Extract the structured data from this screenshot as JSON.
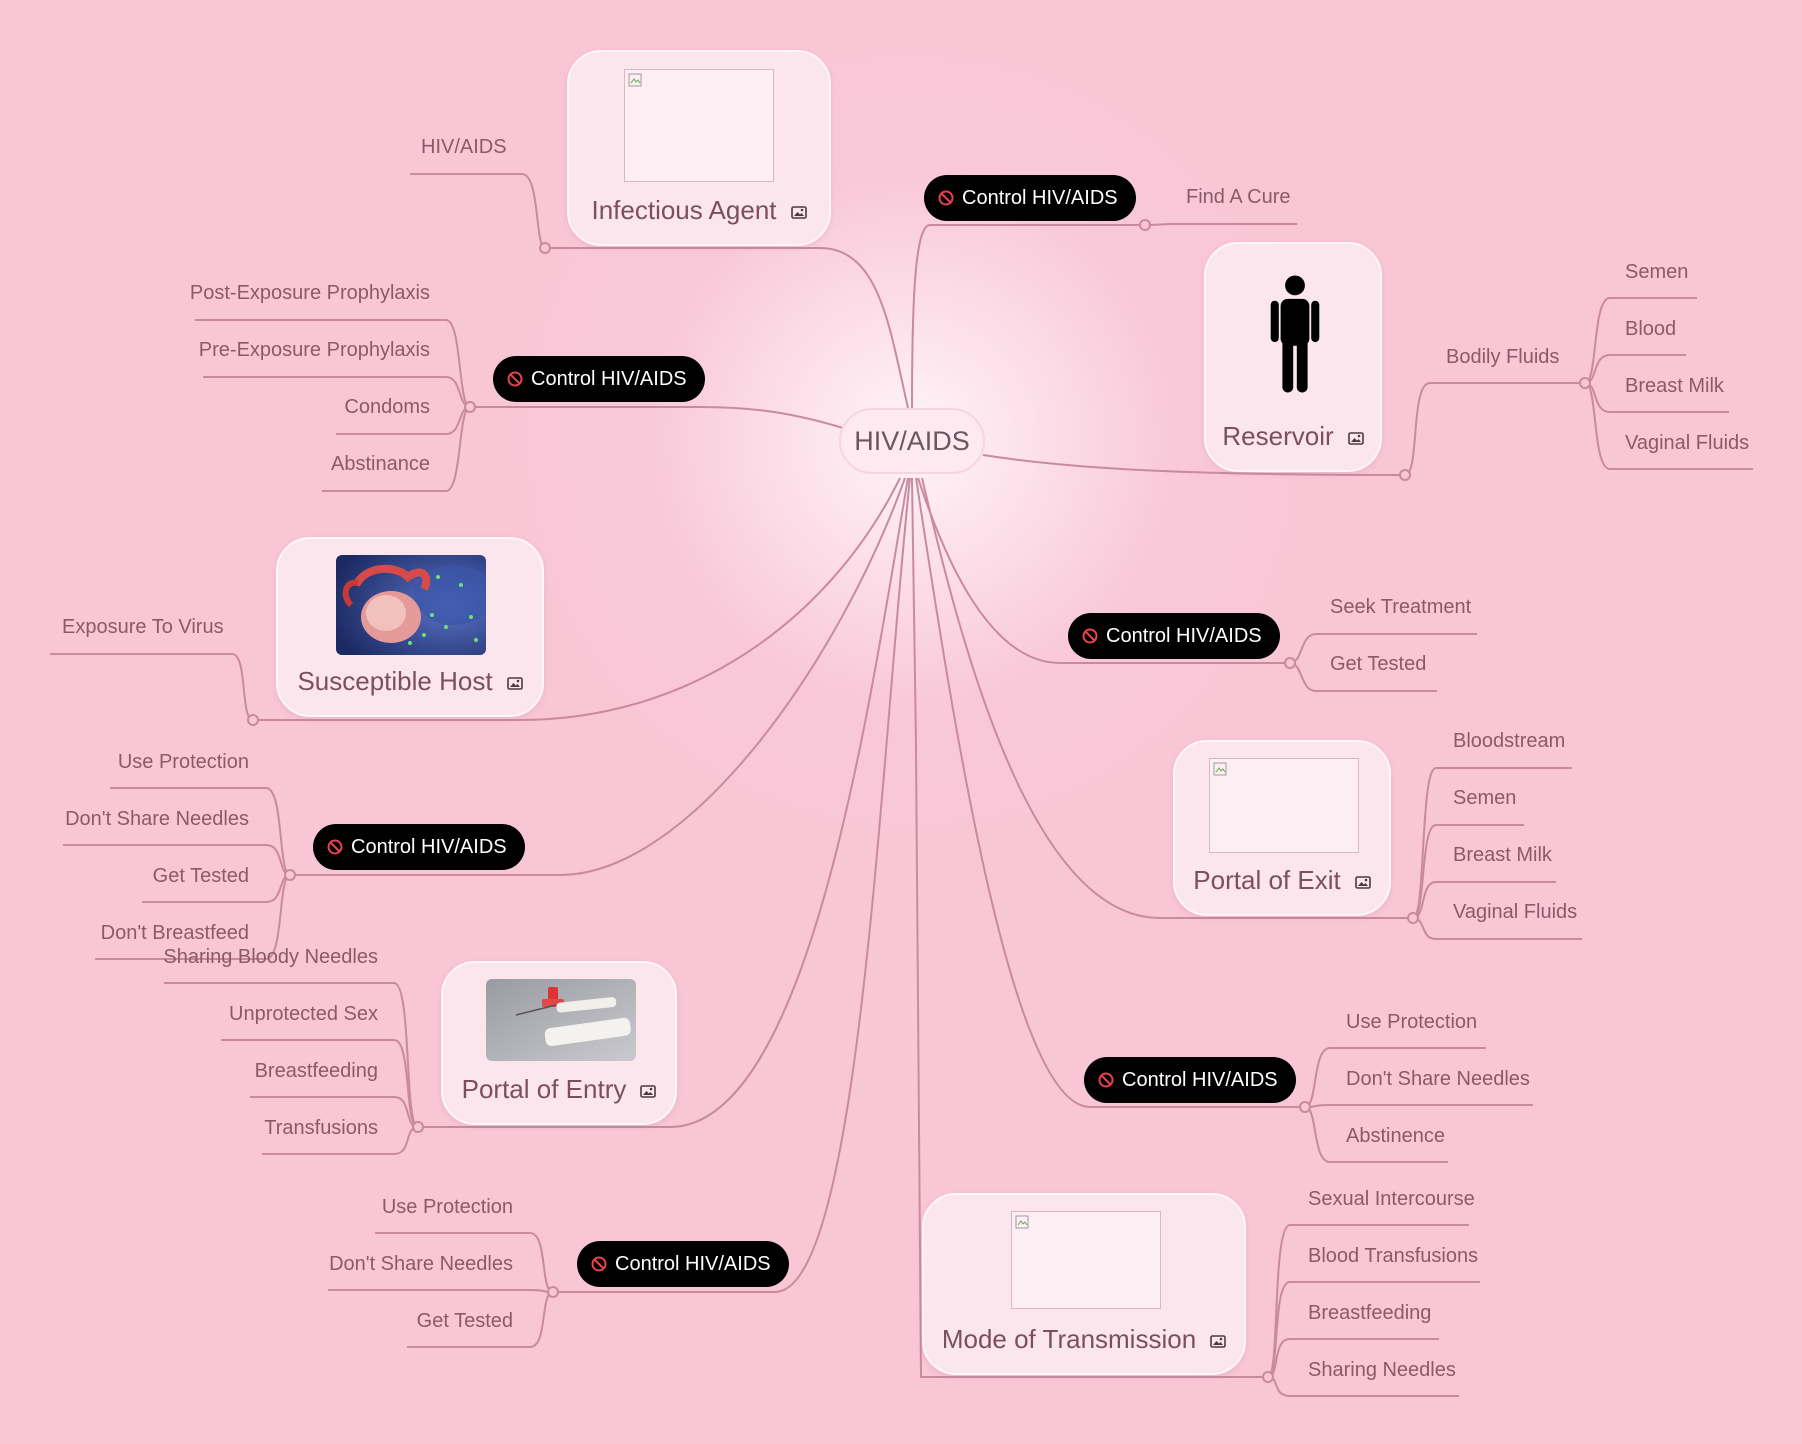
{
  "root": {
    "label": "HIV/AIDS"
  },
  "colors": {
    "background": "#f9c6d6",
    "link": "#c98a9e",
    "card": "#fce6ed",
    "control_pill": "#000000",
    "ban": "#e8434c"
  },
  "icons": {
    "control": "ban-icon",
    "card": "image-icon"
  },
  "nodes": {
    "infectious_agent": {
      "title": "Infectious Agent",
      "children": [
        "HIV/AIDS"
      ]
    },
    "reservoir": {
      "title": "Reservoir",
      "group": "Bodily Fluids",
      "children": [
        "Semen",
        "Blood",
        "Breast Milk",
        "Vaginal Fluids"
      ]
    },
    "susceptible_host": {
      "title": "Susceptible Host",
      "children": [
        "Exposure To Virus"
      ]
    },
    "portal_of_exit": {
      "title": "Portal of Exit",
      "children": [
        "Bloodstream",
        "Semen",
        "Breast Milk",
        "Vaginal Fluids"
      ]
    },
    "portal_of_entry": {
      "title": "Portal of Entry",
      "children": [
        "Sharing Bloody Needles",
        "Unprotected Sex",
        "Breastfeeding",
        "Transfusions"
      ]
    },
    "mode_of_transmission": {
      "title": "Mode of Transmission",
      "children": [
        "Sexual Intercourse",
        "Blood Transfusions",
        "Breastfeeding",
        "Sharing Needles"
      ]
    }
  },
  "controls": [
    {
      "label": "Control HIV/AIDS",
      "children": [
        "Find A Cure"
      ]
    },
    {
      "label": "Control HIV/AIDS",
      "children": [
        "Post-Exposure Prophylaxis",
        "Pre-Exposure Prophylaxis",
        "Condoms",
        "Abstinance"
      ]
    },
    {
      "label": "Control HIV/AIDS",
      "children": [
        "Seek Treatment",
        "Get Tested"
      ]
    },
    {
      "label": "Control HIV/AIDS",
      "children": [
        "Use Protection",
        "Don't Share Needles",
        "Get Tested",
        "Don't Breastfeed"
      ]
    },
    {
      "label": "Control HIV/AIDS",
      "children": [
        "Use Protection",
        "Don't Share Needles",
        "Abstinence"
      ]
    },
    {
      "label": "Control HIV/AIDS",
      "children": [
        "Use Protection",
        "Don't Share Needles",
        "Get Tested"
      ]
    }
  ]
}
